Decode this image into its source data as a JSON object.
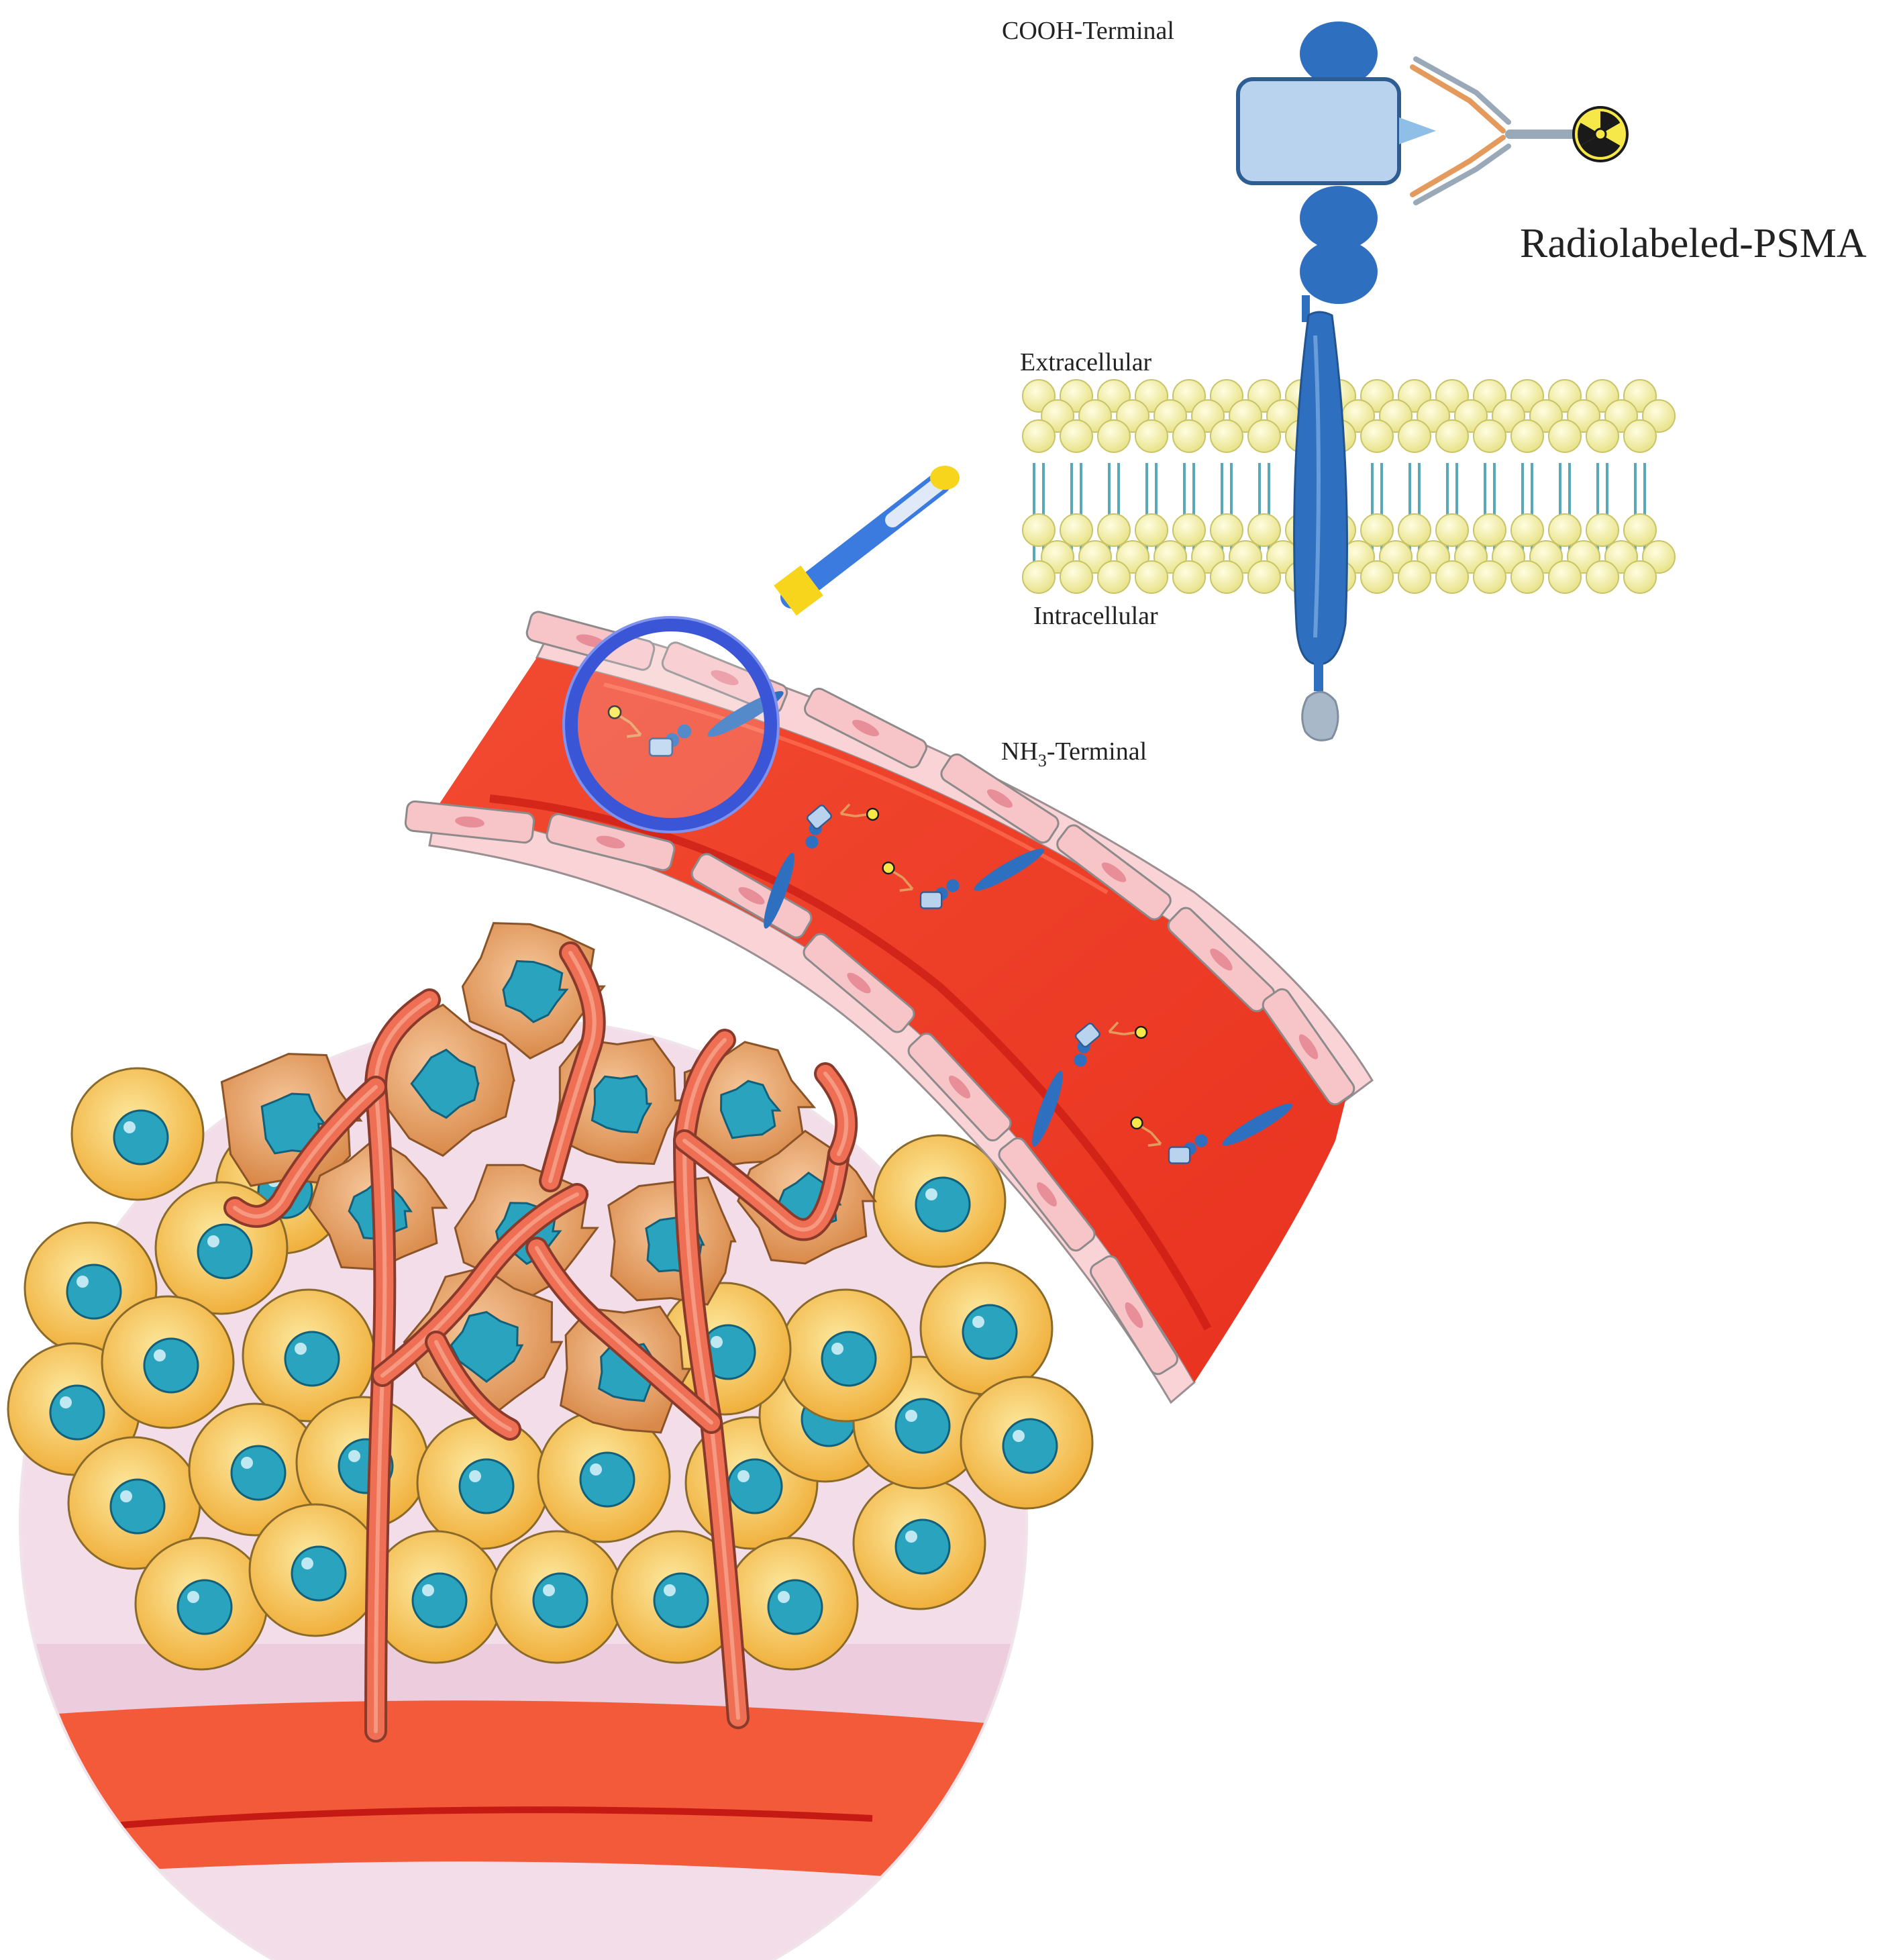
{
  "labels": {
    "cooh_terminal": "COOH-Terminal",
    "radiolabeled_psma": "Radiolabeled-PSMA",
    "extracellular": "Extracellular",
    "intracellular": "Intracellular",
    "nh3_prefix": "NH",
    "nh3_subscript": "3",
    "nh3_suffix": "-Terminal"
  },
  "colors": {
    "psma_domain": "#2f6fbf",
    "psma_box": "#b9d3ee",
    "antibody_orange": "#e49a5c",
    "antibody_grey": "#9aa9b8",
    "lipid_head": "#f4f1a6",
    "lipid_tail": "#5aa7b8",
    "blood": "#f0402a",
    "vessel_wall": "#f7c5c8",
    "tumor_cell": "#e9a86a",
    "nucleus": "#2aa3bf",
    "normal_cell": "#f5c451",
    "tissue_bg": "#f3dde8",
    "magnifier_ring": "#3a56d6",
    "magnifier_handle": "#3b7be0",
    "magnifier_collar": "#f7d51c"
  },
  "icons": [
    "radiation-icon",
    "magnifier-icon"
  ]
}
